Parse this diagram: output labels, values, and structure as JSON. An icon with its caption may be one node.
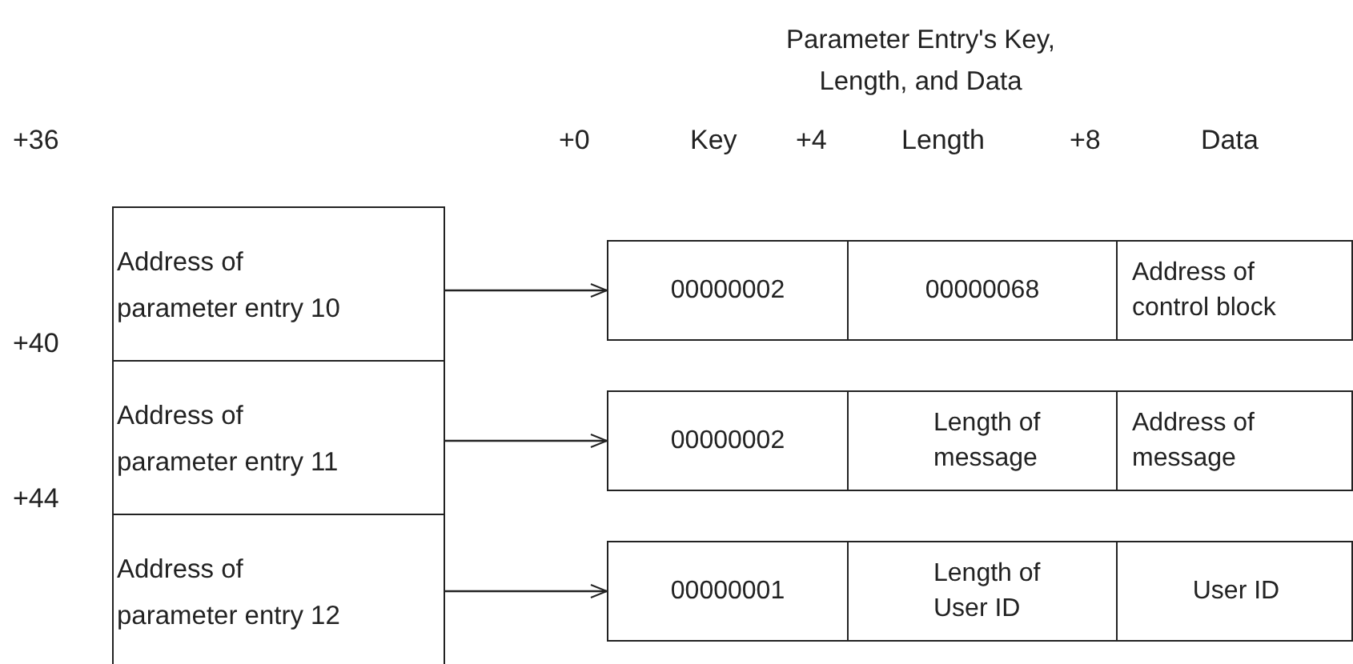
{
  "diagram": {
    "title": "Parameter Entry's Key, Length, and Data",
    "nodes": [
      {
        "text": [
          "Address of parameter entry 10"
        ]
      },
      {
        "text": [
          "Address of parameter entry 11"
        ]
      },
      {
        "text": [
          "Address of parameter entry 12"
        ]
      },
      {
        "text": [],
        "shape": "box"
      },
      {
        "text": [
          "00000002"
        ],
        "in": 3
      },
      {
        "text": [
          "00000068"
        ],
        "in": 3
      },
      {
        "text": [
          "Address of control block"
        ],
        "in": 3
      },
      {
        "text": [],
        "shape": "box"
      },
      {
        "text": [
          "00000002"
        ],
        "in": 7
      },
      {
        "text": [
          "Length of message"
        ],
        "in": 7
      },
      {
        "text": [
          "Address of message"
        ],
        "in": 7
      },
      {
        "text": [],
        "shape": "box"
      },
      {
        "text": [
          "00000001"
        ],
        "in": 11
      },
      {
        "text": [
          "Length of User ID"
        ],
        "in": 11
      },
      {
        "text": [
          "User ID"
        ],
        "in": 11
      }
    ],
    "edges": [
      {
        "from": 0,
        "to": 3,
        "arrow": "to"
      },
      {
        "from": 1,
        "to": 7,
        "arrow": "to"
      },
      {
        "from": 2,
        "to": 11,
        "arrow": "to"
      }
    ],
    "labels": [
      "+36",
      "+0",
      "Key",
      "+4",
      "Length",
      "+8",
      "Data",
      "+40",
      "+44"
    ]
  }
}
